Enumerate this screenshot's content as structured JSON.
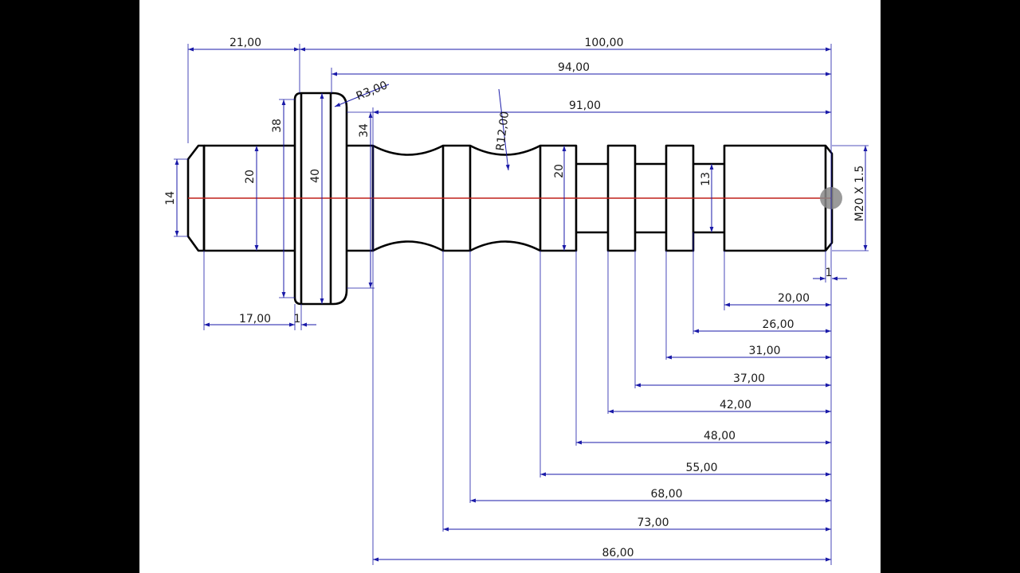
{
  "drawing": {
    "overall_length": "100,00",
    "collar_offset": "21,00",
    "len_94": "94,00",
    "len_91": "91,00",
    "fillet_radius": "R3,00",
    "groove_radius": "R12,00",
    "dia_tip": "14",
    "dia_shank": "20",
    "dia_38": "38",
    "dia_collar": "40",
    "dia_34": "34",
    "dia_neck": "20",
    "dia_13": "13",
    "thread": "M20 X 1.5",
    "chamfer_1a": "1",
    "chamfer_1b": "1",
    "shank_len": "17,00",
    "right_dims": [
      "20,00",
      "26,00",
      "31,00",
      "37,00",
      "42,00",
      "48,00",
      "55,00",
      "68,00",
      "73,00",
      "86,00"
    ]
  },
  "colors": {
    "dimension": "#1a1aa8",
    "centerline": "#c0201a",
    "part": "#000000"
  }
}
